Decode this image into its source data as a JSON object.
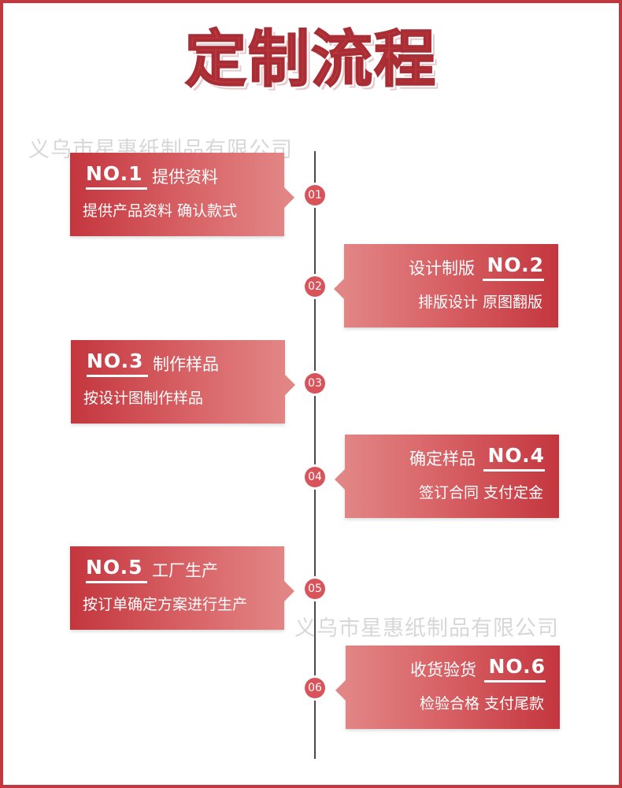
{
  "title": "定制流程",
  "watermark": "义乌市星惠纸制品有限公司",
  "steps": [
    {
      "no": "NO.1",
      "name": "提供资料",
      "desc": "提供产品资料 确认款式",
      "dot": "01"
    },
    {
      "no": "NO.2",
      "name": "设计制版",
      "desc": "排版设计 原图翻版",
      "dot": "02"
    },
    {
      "no": "NO.3",
      "name": "制作样品",
      "desc": "按设计图制作样品",
      "dot": "03"
    },
    {
      "no": "NO.4",
      "name": "确定样品",
      "desc": "签订合同 支付定金",
      "dot": "04"
    },
    {
      "no": "NO.5",
      "name": "工厂生产",
      "desc": "按订单确定方案进行生产",
      "dot": "05"
    },
    {
      "no": "NO.6",
      "name": "收货验货",
      "desc": "检验合格 支付尾款",
      "dot": "06"
    }
  ],
  "colors": {
    "accent": "#c0393f",
    "card_light": "#e28585",
    "dot": "#d9535a"
  }
}
